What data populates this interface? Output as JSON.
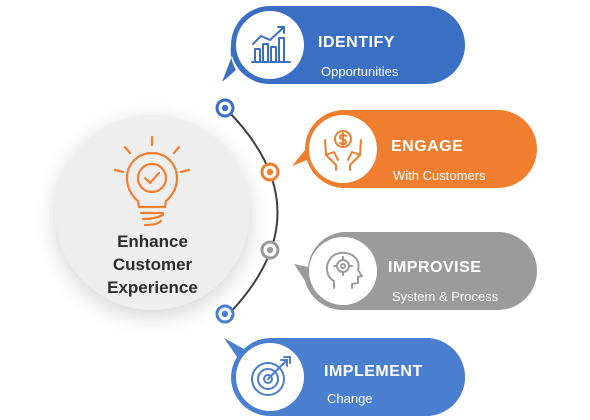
{
  "hub": {
    "label": "Enhance\nCustomer\nExperience",
    "icon": "lightbulb-check-icon",
    "accent": "#f07e2e"
  },
  "steps": [
    {
      "title": "IDENTIFY",
      "subtitle": "Opportunities",
      "icon": "growth-chart-icon",
      "color": "#3a6fc4"
    },
    {
      "title": "ENGAGE",
      "subtitle": "With Customers",
      "icon": "hands-dollar-icon",
      "color": "#f07e2e"
    },
    {
      "title": "IMPROVISE",
      "subtitle": "System & Process",
      "icon": "head-gear-icon",
      "color": "#9b9b9b"
    },
    {
      "title": "IMPLEMENT",
      "subtitle": "Change",
      "icon": "target-arrow-icon",
      "color": "#4a7fd0"
    }
  ],
  "connector": {
    "line_color": "#3d3d3d"
  }
}
